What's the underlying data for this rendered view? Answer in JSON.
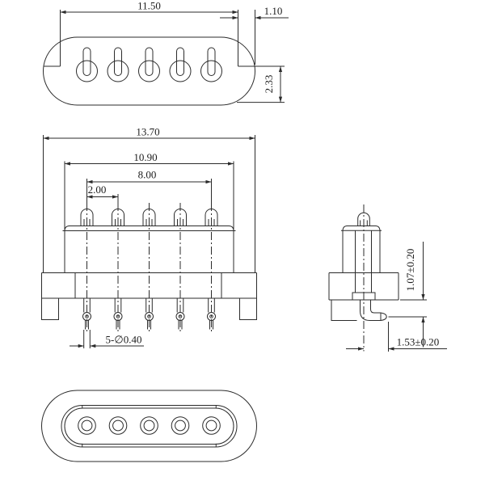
{
  "meta": {
    "background": "#ffffff",
    "line_color": "#2b2b2b"
  },
  "drawing": {
    "type": "engineering-drawing",
    "views": [
      "top-view",
      "front-view",
      "side-view",
      "bottom-view"
    ],
    "pin_count": 5
  },
  "dims": {
    "top_width": "11.50",
    "top_end_offset": "1.10",
    "top_depth": "2.33",
    "overall_width": "13.70",
    "body_width": "10.90",
    "pin_span": "8.00",
    "pin_pitch": "2.00",
    "pin_tail_dia": "5-∅0.40",
    "tail_height": "1.07±0.20",
    "tail_length": "1.53±0.20"
  }
}
